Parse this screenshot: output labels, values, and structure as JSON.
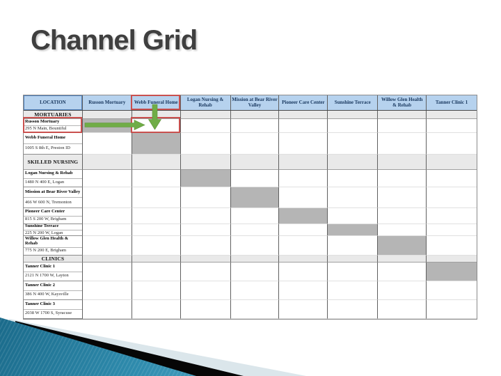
{
  "slide": {
    "title": "Channel Grid"
  },
  "table": {
    "columns": [
      "LOCATION",
      "Russon Mortuary",
      "Webb Funeral Home",
      "Logan Nursing & Rehab",
      "Mission at Bear River Valley",
      "Pioneer Care Center",
      "Sunshine Terrace",
      "Willow Glen Health & Rehab",
      "Tanner Clinic 1"
    ],
    "rows": [
      {
        "type": "section",
        "label": "MORTUARIES"
      },
      {
        "type": "location",
        "name": "Russon Mortuary",
        "address": "295 N Main, Bountiful",
        "self_col": 1,
        "highlighted": true
      },
      {
        "type": "location",
        "name": "Webb Funeral Home",
        "address": "1005 S 8th E, Preston ID",
        "self_col": 2
      },
      {
        "type": "section",
        "label": "SKILLED NURSING"
      },
      {
        "type": "location",
        "name": "Logan Nursing & Rehab",
        "address": "1480 N 400 E, Logan",
        "self_col": 3
      },
      {
        "type": "location",
        "name": "Mission at Bear River Valley",
        "address": "466 W 600 N, Tremonton",
        "self_col": 4
      },
      {
        "type": "location",
        "name": "Pioneer Care Center",
        "address": "815 S 200 W, Brigham",
        "self_col": 5
      },
      {
        "type": "location",
        "name": "Sunshine Terrace",
        "address": "225 N 200 W, Logan",
        "self_col": 6
      },
      {
        "type": "location",
        "name": "Willow Glen Health & Rehab",
        "address": "775 N 200 E, Brigham",
        "self_col": 7
      },
      {
        "type": "section",
        "label": "CLINICS"
      },
      {
        "type": "location",
        "name": "Tanner Clinic 1",
        "address": "2121 N 1700 W, Layton",
        "self_col": 8
      },
      {
        "type": "location",
        "name": "Tanner Clinic 2",
        "address": "386 N 400 W, Kaysville",
        "self_col": -1
      },
      {
        "type": "location",
        "name": "Tanner Clinic 3",
        "address": "2038 W 1700 S, Syracuse",
        "self_col": -1
      }
    ]
  },
  "annotations": {
    "highlighted_header": "Webb Funeral Home",
    "highlighted_row": "Russon Mortuary",
    "arrow_icons": [
      "arrow-right-icon",
      "arrow-down-icon"
    ]
  },
  "colors": {
    "header_bg": "#b6d2ee",
    "header_text": "#17365d",
    "section_bg": "#e9e9e9",
    "self_cell_bg": "#b5b5b5",
    "callout_red": "#c9504e",
    "arrow_green": "#70ad47",
    "decor_teal_dark": "#1a6a8a",
    "decor_teal_light": "#62b4d2",
    "decor_pale": "#dbe6eb",
    "title_text": "#3f3f3f"
  }
}
